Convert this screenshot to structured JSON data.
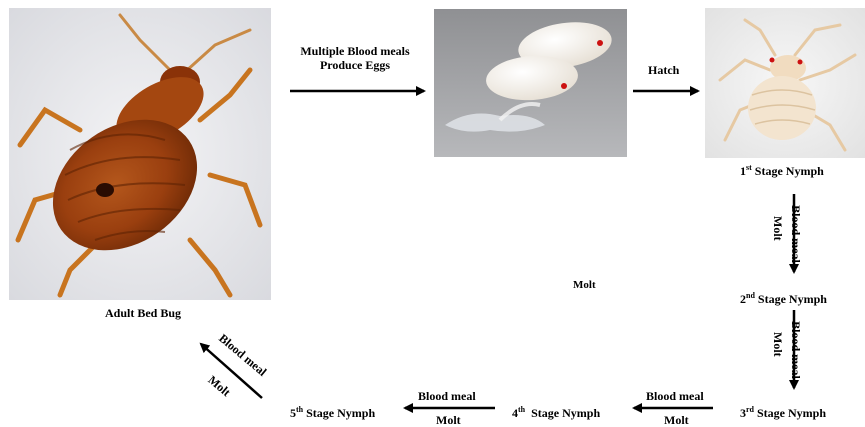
{
  "diagram": {
    "adult_label": "Adult Bed Bug",
    "eggs_arrow_line1": "Multiple Blood meals",
    "eggs_arrow_line2": "Produce Eggs",
    "hatch_label": "Hatch",
    "stage1": {
      "num": "1",
      "sup": "st",
      "rest": " Stage Nymph"
    },
    "stage2": {
      "num": "2",
      "sup": "nd",
      "rest": " Stage Nymph"
    },
    "stage3": {
      "num": "3",
      "sup": "rd",
      "rest": " Stage Nymph"
    },
    "stage4": {
      "num": "4",
      "sup": "th",
      "rest": "  Stage Nymph"
    },
    "stage5": {
      "num": "5",
      "sup": "th",
      "rest": " Stage Nymph"
    },
    "blood_meal": "Blood meal",
    "molt": "Molt",
    "center_molt": "Molt"
  }
}
